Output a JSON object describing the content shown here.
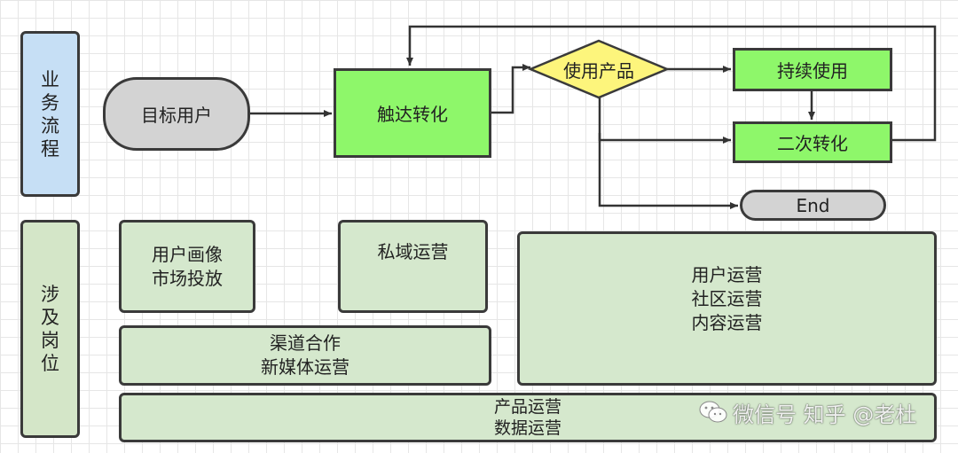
{
  "lanes": {
    "process": "业务流程",
    "roles": "涉及岗位"
  },
  "nodes": {
    "target_user": "目标用户",
    "reach": "触达转化",
    "use_product": "使用产品",
    "continue_use": "持续使用",
    "second_convert": "二次转化",
    "end": "End"
  },
  "roles": {
    "persona_market": "用户画像\n市场投放",
    "private_domain": "私域运营",
    "channel_media": "渠道合作\n新媒体运营",
    "user_community_content": "用户运营\n社区运营\n内容运营",
    "product_data": "产品运营\n数据运营"
  },
  "watermark": {
    "text": "微信号 知乎 @老杜"
  },
  "colors": {
    "process_lane": "#c6dff5",
    "role_box": "#d4e6c8",
    "bright_node": "#8ef76a",
    "decision": "#fdf57c",
    "terminal": "#d3d3d3"
  }
}
